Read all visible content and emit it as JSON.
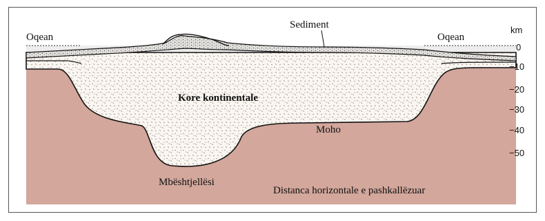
{
  "labels": {
    "ocean_left": "Oqean",
    "ocean_right": "Oqean",
    "sediment": "Sediment",
    "continental_crust": "Kore kontinentale",
    "moho": "Moho",
    "mantle": "Mbështjellësi",
    "distance_note": "Distanca horizontale e pashkallëzuar"
  },
  "depth_axis": {
    "unit": "km",
    "ticks": [
      "0",
      "−10",
      "−20",
      "−30",
      "−40",
      "−50"
    ]
  },
  "colors": {
    "mantle": "#d3a79c",
    "crust": "#faf6f1",
    "crust_speckle": "#9a8f86",
    "ocean": "#e9e9ea",
    "outline": "#111111"
  }
}
